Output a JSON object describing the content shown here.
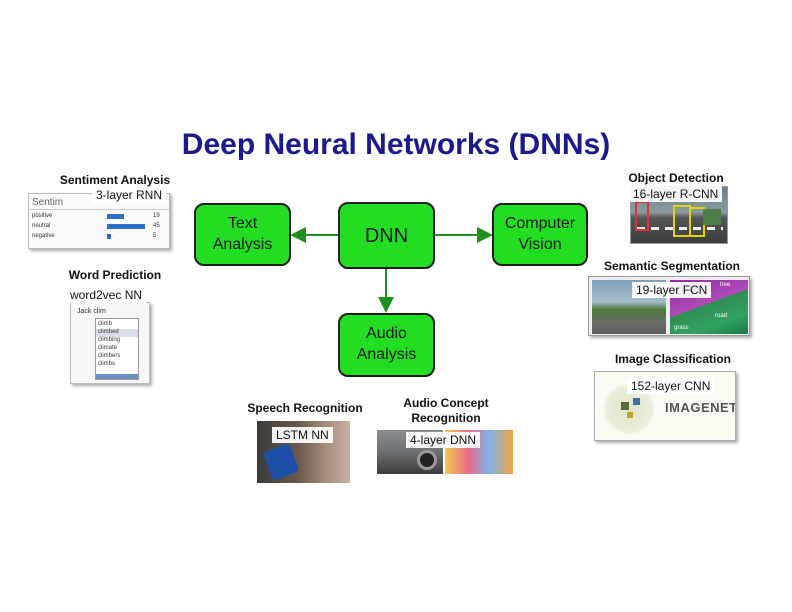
{
  "title": "Deep Neural Networks (DNNs)",
  "nodes": {
    "center": "DNN",
    "text": "Text\nAnalysis",
    "vision": "Computer\nVision",
    "audio": "Audio\nAnalysis"
  },
  "colors": {
    "node_fill": "#22dd22",
    "title": "#1a1a8c",
    "arrow": "#1e8f1e"
  },
  "apps": {
    "sentiment": {
      "caption": "Sentiment Analysis",
      "model": "3-layer RNN",
      "panel_title": "Sentim",
      "rows": [
        {
          "label": "positive",
          "value": 19
        },
        {
          "label": "neutral",
          "value": 45
        },
        {
          "label": "negative",
          "value": 5
        }
      ]
    },
    "word": {
      "caption": "Word Prediction",
      "model": "word2vec NN",
      "query": "Jack clim",
      "suggestions": [
        "climb",
        "climbed",
        "climbing",
        "climate",
        "climbers",
        "climbs"
      ]
    },
    "object": {
      "caption": "Object Detection",
      "model": "16-layer R-CNN"
    },
    "segmentation": {
      "caption": "Semantic Segmentation",
      "model": "19-layer FCN",
      "labels": [
        "tree",
        "road",
        "grass"
      ]
    },
    "classification": {
      "caption": "Image Classification",
      "model": "152-layer CNN",
      "logo": "IMAGENET"
    },
    "speech": {
      "caption": "Speech Recognition",
      "model": "LSTM NN"
    },
    "audio_concept": {
      "caption": "Audio Concept\nRecognition",
      "model": "4-layer DNN"
    }
  }
}
